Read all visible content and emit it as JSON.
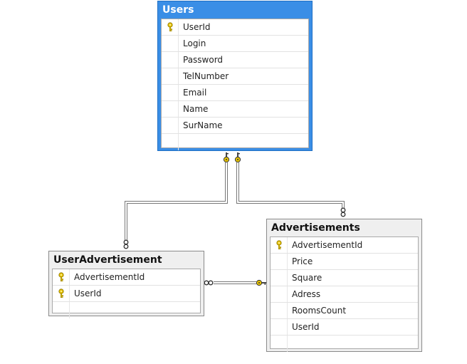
{
  "tables": [
    {
      "id": "users",
      "title": "Users",
      "selected": true,
      "columns": [
        {
          "name": "UserId",
          "key": true
        },
        {
          "name": "Login",
          "key": false
        },
        {
          "name": "Password",
          "key": false
        },
        {
          "name": "TelNumber",
          "key": false
        },
        {
          "name": "Email",
          "key": false
        },
        {
          "name": "Name",
          "key": false
        },
        {
          "name": "SurName",
          "key": false
        }
      ]
    },
    {
      "id": "useradvertisement",
      "title": "UserAdvertisement",
      "selected": false,
      "columns": [
        {
          "name": "AdvertisementId",
          "key": true
        },
        {
          "name": "UserId",
          "key": true
        }
      ]
    },
    {
      "id": "advertisements",
      "title": "Advertisements",
      "selected": false,
      "columns": [
        {
          "name": "AdvertisementId",
          "key": true
        },
        {
          "name": "Price",
          "key": false
        },
        {
          "name": "Square",
          "key": false
        },
        {
          "name": "Adress",
          "key": false
        },
        {
          "name": "RoomsCount",
          "key": false
        },
        {
          "name": "UserId",
          "key": false
        }
      ]
    }
  ],
  "relationships": [
    {
      "from": "users",
      "to": "useradvertisement",
      "from_end": "key",
      "to_end": "infinity"
    },
    {
      "from": "users",
      "to": "advertisements",
      "from_end": "key",
      "to_end": "infinity"
    },
    {
      "from": "advertisements",
      "to": "useradvertisement",
      "from_end": "key",
      "to_end": "infinity"
    }
  ],
  "colors": {
    "selected_header": "#3a8ee6",
    "key_icon": "#e8c400",
    "connector": "#777777"
  }
}
